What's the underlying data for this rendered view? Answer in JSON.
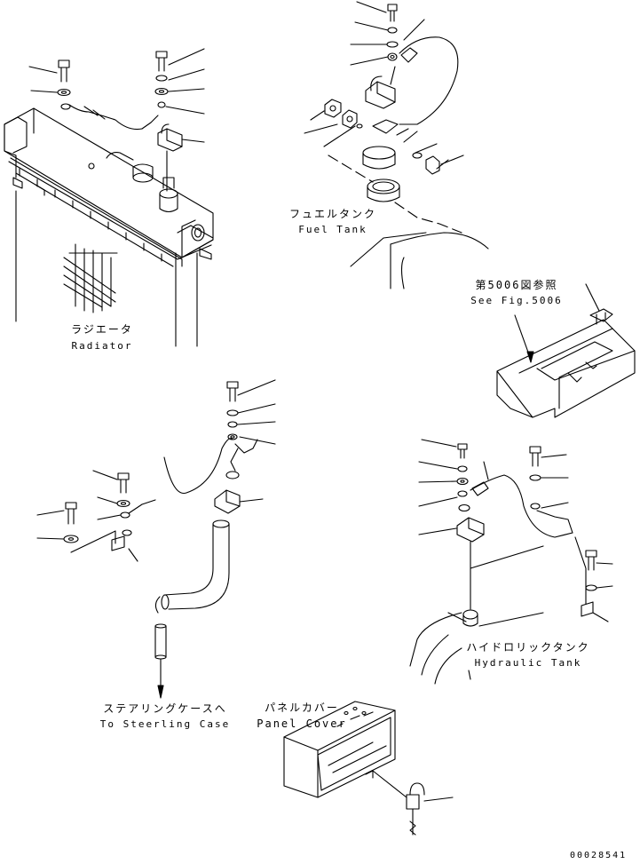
{
  "labels": {
    "radiator_jp": "ラジエータ",
    "radiator_en": "Radiator",
    "fuel_tank_jp": "フュエルタンク",
    "fuel_tank_en": "Fuel Tank",
    "see_fig_jp": "第5006図参照",
    "see_fig_en": "See Fig.5006",
    "steering_case_jp": "ステアリングケースへ",
    "steering_case_en": "To Steerling Case",
    "hydraulic_tank_jp": "ハイドロリックタンク",
    "hydraulic_tank_en": "Hydraulic Tank",
    "panel_cover_jp": "パネルカバー",
    "panel_cover_en": "Panel Cover",
    "drawing_number": "00028541"
  }
}
